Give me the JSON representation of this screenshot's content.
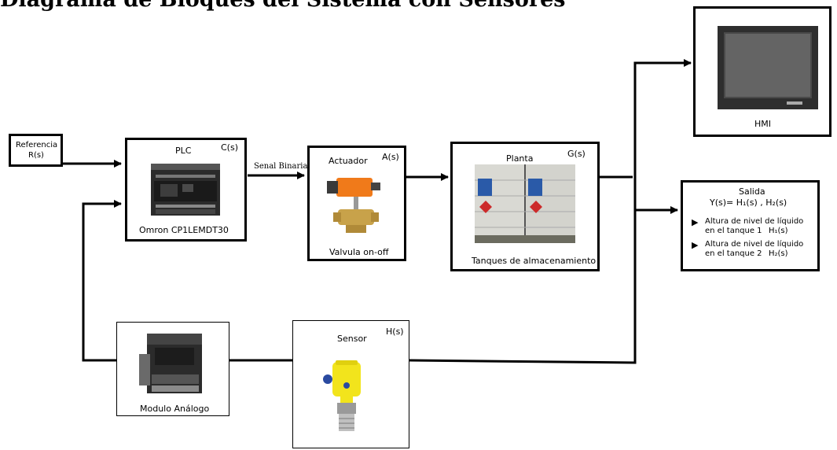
{
  "title": "Diagrama de Bloques del Sistema con Sensores",
  "blocks": {
    "referencia": {
      "line1": "Referencia",
      "line2": "R(s)"
    },
    "plc": {
      "name": "PLC",
      "tf": "C(s)",
      "caption": "Omron CP1LEMDT30"
    },
    "signal_label": "Senal Binaria",
    "actuador": {
      "name": "Actuador",
      "tf": "A(s)",
      "caption": "Valvula on-off"
    },
    "planta": {
      "name": "Planta",
      "tf": "G(s)",
      "caption": "Tanques de almacenamiento"
    },
    "hmi": {
      "caption": "HMI"
    },
    "salida": {
      "name": "Salida",
      "equation": "Y(s)= H₁(s) , H₂(s)",
      "items": [
        {
          "line1": "Altura de nivel de líquido",
          "line2": "en el tanque 1",
          "var": "H₁(s)"
        },
        {
          "line1": "Altura de nivel de líquido",
          "line2": "en el tanque 2",
          "var": "H₂(s)"
        }
      ]
    },
    "sensor": {
      "name": "Sensor",
      "tf": "H(s)"
    },
    "modulo": {
      "caption": "Modulo Análogo"
    }
  },
  "icons": [
    "plc-device-icon",
    "valve-actuator-icon",
    "storage-tank-icon",
    "hmi-panel-icon",
    "level-sensor-icon",
    "analog-module-icon",
    "arrow-icon"
  ]
}
